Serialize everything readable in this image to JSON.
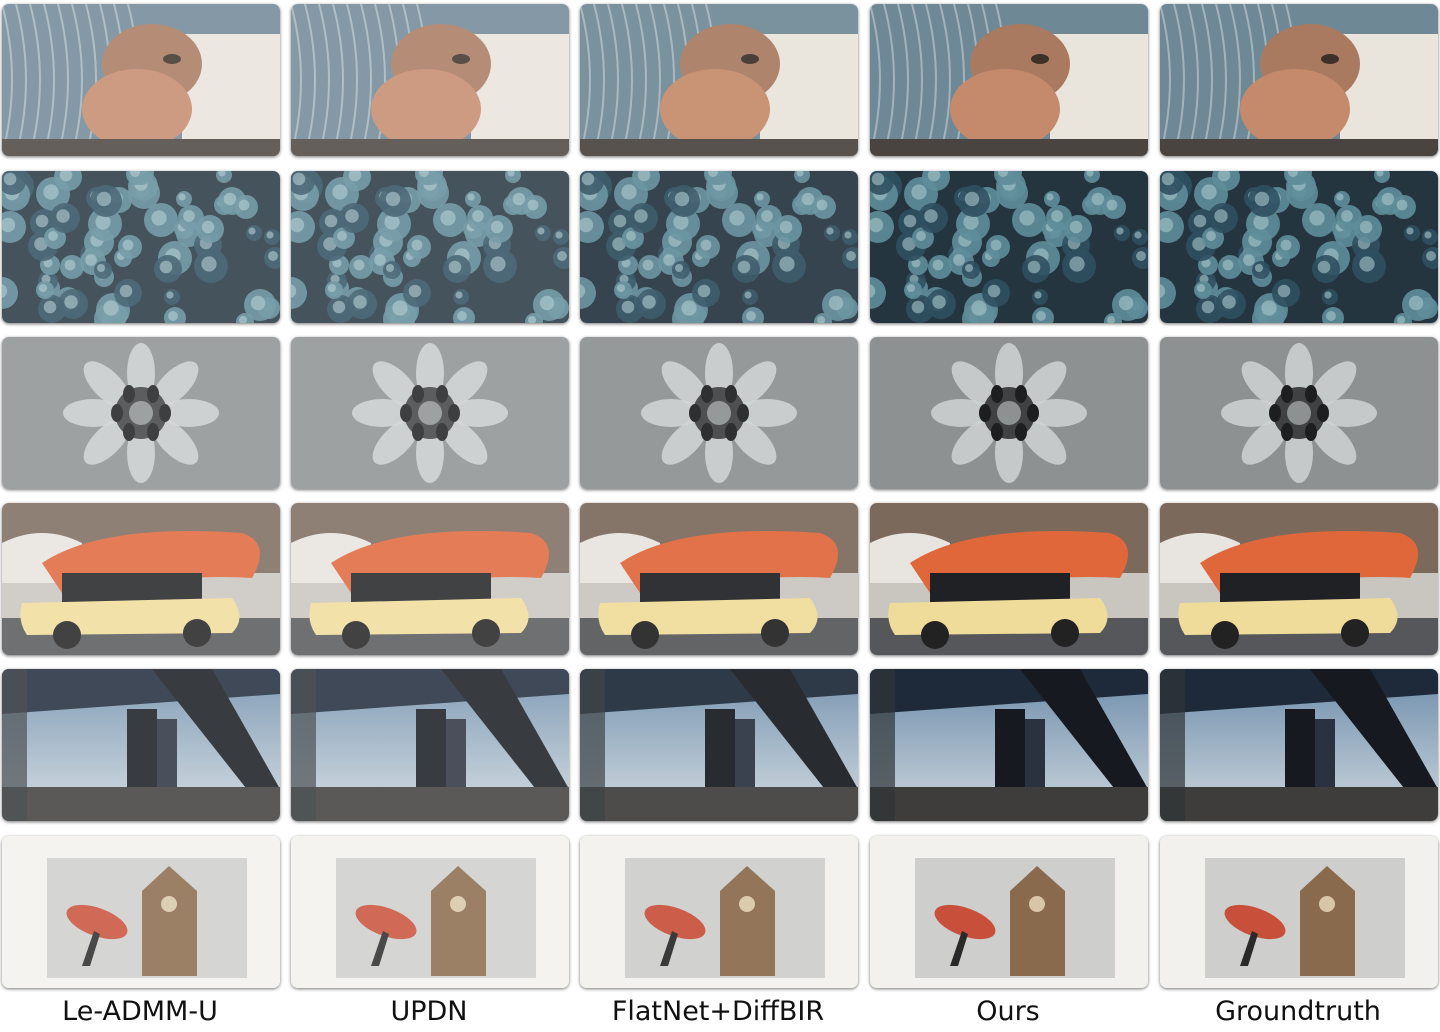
{
  "figure": {
    "columns": [
      "Le-ADMM-U",
      "UPDN",
      "FlatNet+DiffBIR",
      "Ours",
      "Groundtruth"
    ],
    "rows": [
      {
        "subject": "face-peeking-over-hand",
        "palette": [
          "#6f8896",
          "#c58a6b",
          "#e9e4dc",
          "#3c3029"
        ]
      },
      {
        "subject": "cactus-field",
        "palette": [
          "#243540",
          "#5f8d9a",
          "#a9c6cc",
          "#2f5060"
        ]
      },
      {
        "subject": "stone-flower-carving",
        "palette": [
          "#3f4142",
          "#8e9192",
          "#cfd2d2",
          "#1d1e1f"
        ]
      },
      {
        "subject": "sausage-car",
        "palette": [
          "#7b6a5c",
          "#e0673a",
          "#f0dc9a",
          "#3c4a3a"
        ]
      },
      {
        "subject": "bridge-pillars-at-dusk",
        "palette": [
          "#1e2a3a",
          "#6c8caa",
          "#cfd8de",
          "#16191f"
        ]
      },
      {
        "subject": "clock-tower-and-ufo-sculpture",
        "palette": [
          "#f2f1ee",
          "#b0b2b1",
          "#8a6a4c",
          "#c8503a"
        ]
      }
    ]
  }
}
